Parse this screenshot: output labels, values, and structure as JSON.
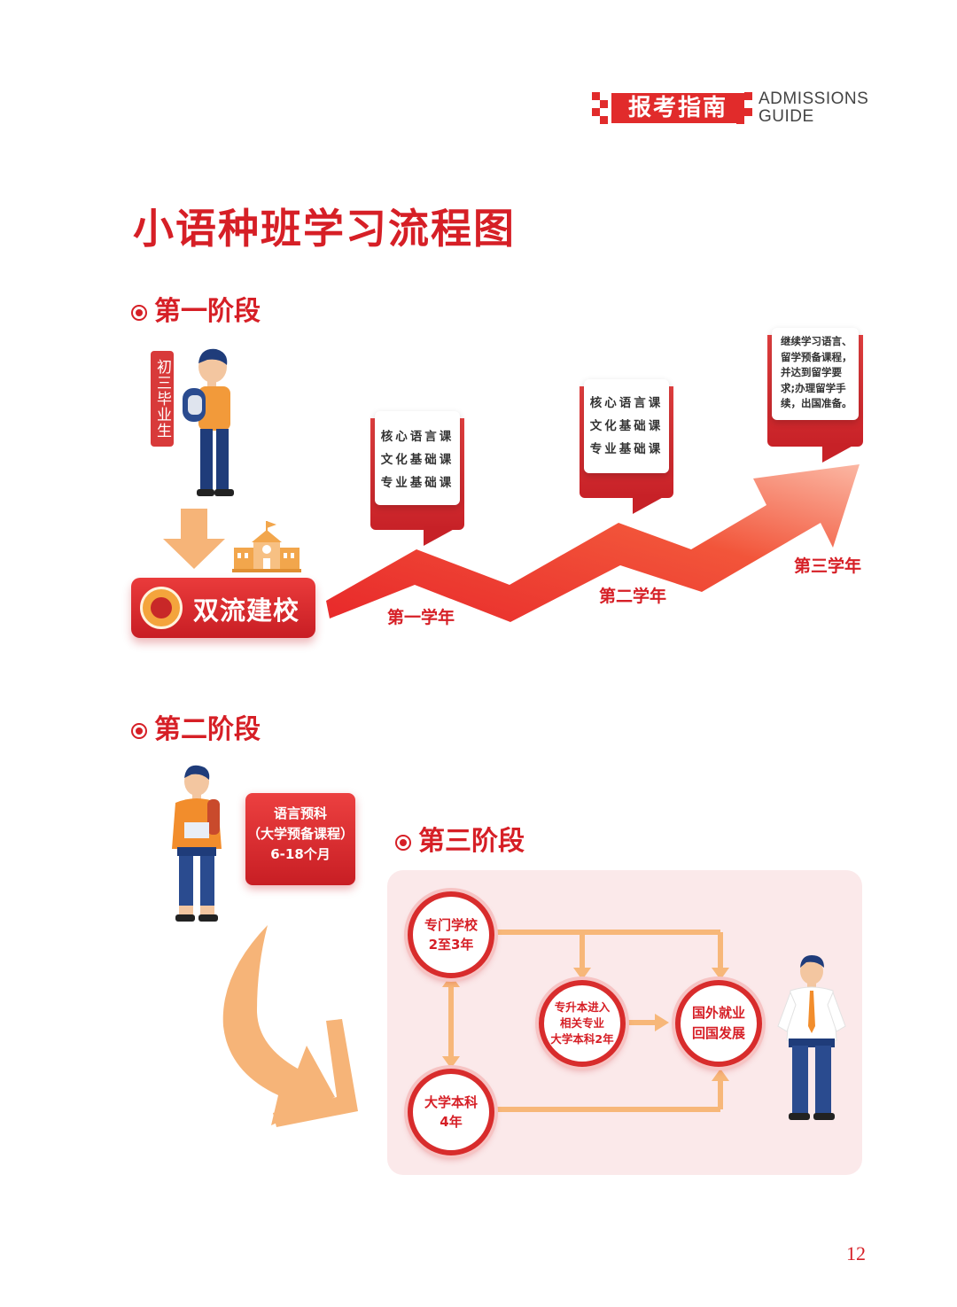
{
  "header": {
    "badge": "报考指南",
    "en_line1": "ADMISSIONS",
    "en_line2": "GUIDE"
  },
  "title": "小语种班学习流程图",
  "stage1": {
    "label": "第一阶段",
    "student_tag": "初三毕业生",
    "school": "双流建校",
    "years": [
      {
        "label": "第一学年",
        "lines": [
          "核心语言课",
          "文化基础课",
          "专业基础课"
        ]
      },
      {
        "label": "第二学年",
        "lines": [
          "核心语言课",
          "文化基础课",
          "专业基础课"
        ]
      },
      {
        "label": "第三学年",
        "lines": [
          "继续学习语言、",
          "留学预备课程，",
          "并达到留学要",
          "求;办理留学手",
          "续，出国准备。"
        ]
      }
    ]
  },
  "stage2": {
    "label": "第二阶段",
    "prep_lines": [
      "语言预科",
      "（大学预备课程）",
      "6-18个月"
    ]
  },
  "stage3": {
    "label": "第三阶段",
    "nodes": {
      "vocational": [
        "专门学校",
        "2至3年"
      ],
      "upgrade": [
        "专升本进入",
        "相关专业",
        "大学本科2年"
      ],
      "career": [
        "国外就业",
        "回国发展"
      ],
      "university": [
        "大学本科",
        "4年"
      ]
    }
  },
  "page_number": "12"
}
